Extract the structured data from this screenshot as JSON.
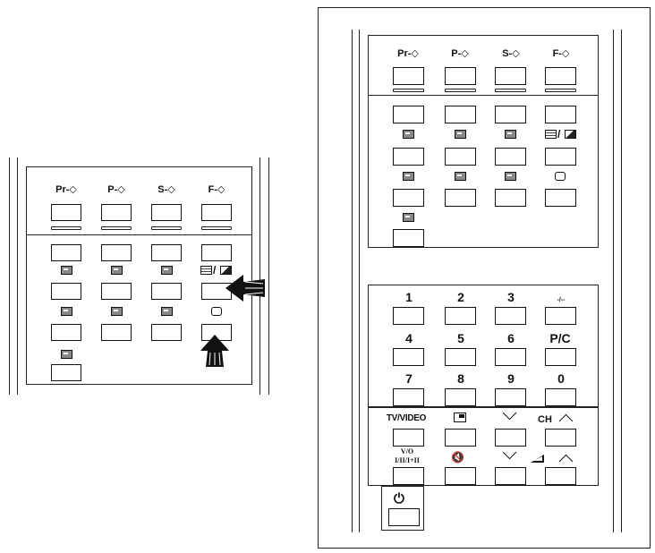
{
  "small_remote": {
    "function_row": [
      "Pr-◇",
      "P-◇",
      "S-◇",
      "F-◇"
    ],
    "icons": {
      "reveal": "reveal-icon",
      "hold": "hold-icon",
      "index": "index-icon",
      "mix": "mix-icon",
      "size": "size-icon",
      "subpage": "subpage-icon",
      "cancel": "cancel-icon",
      "tv": "tv-icon",
      "clock": "clock-icon"
    },
    "slash": "/"
  },
  "large_remote": {
    "function_row": [
      "Pr-◇",
      "P-◇",
      "S-◇",
      "F-◇"
    ],
    "slash": "/",
    "numbers": [
      "1",
      "2",
      "3",
      "-/--",
      "4",
      "5",
      "6",
      "P/C",
      "7",
      "8",
      "9",
      "0"
    ],
    "tv_video": "TV/VIDEO",
    "ch": "CH",
    "mode_top": "V/O",
    "mode_bottom": "I/II/I+II"
  }
}
